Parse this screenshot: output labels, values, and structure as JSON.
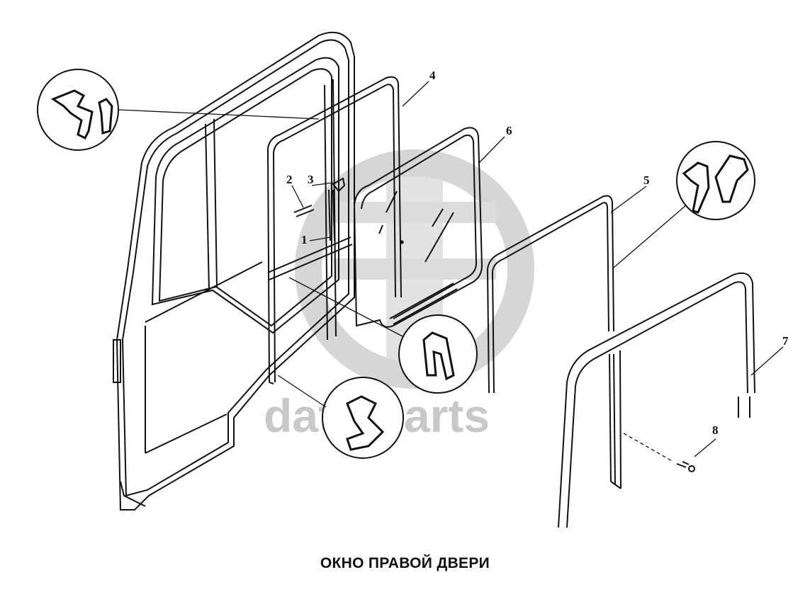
{
  "caption": "ОКНО ПРАВОЙ ДВЕРИ",
  "watermark": {
    "text": "data-parts",
    "color": "#c8c8c8"
  },
  "callouts": [
    {
      "label": "1"
    },
    {
      "label": "2"
    },
    {
      "label": "3"
    },
    {
      "label": "4"
    },
    {
      "label": "5"
    },
    {
      "label": "6"
    },
    {
      "label": "7"
    },
    {
      "label": "8"
    }
  ],
  "colors": {
    "line": "#111111",
    "background": "#ffffff"
  }
}
